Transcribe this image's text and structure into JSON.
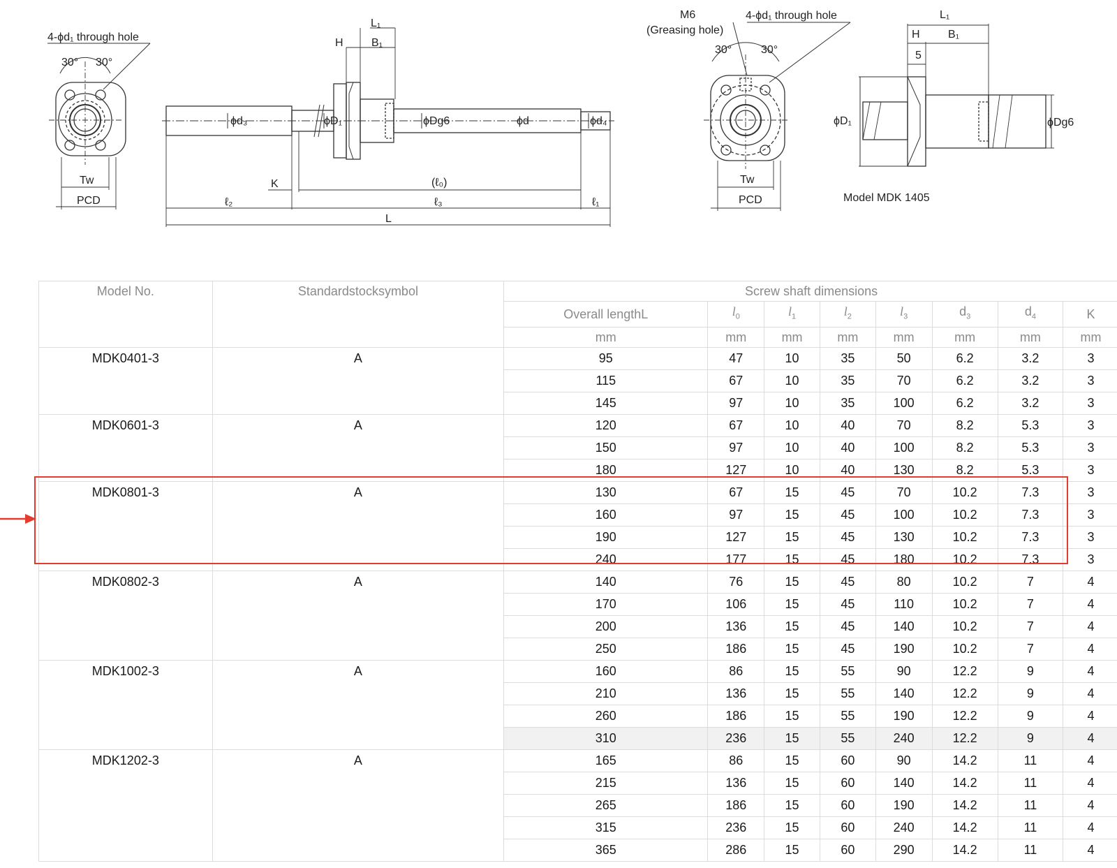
{
  "drawing": {
    "left_end_view": {
      "hole_label": "4-ϕd₁ through hole",
      "angle_left": "30°",
      "angle_right": "30°",
      "tw": "Tw",
      "pcd": "PCD"
    },
    "shaft_view": {
      "l1": "L₁",
      "h": "H",
      "b1": "B₁",
      "phi_d3": "ϕd₃",
      "phi_D1": "ϕD₁",
      "phi_Dg6": "ϕDg6",
      "phi_d": "ϕd",
      "phi_d4": "ϕd₄",
      "k": "K",
      "l0": "(ℓ₀)",
      "l2": "ℓ₂",
      "l3": "ℓ₃",
      "l1_small": "ℓ₁",
      "L": "L"
    },
    "right_end_view": {
      "m6": "M6",
      "greasing": "(Greasing hole)",
      "hole_label": "4-ϕd₁ through hole",
      "angle_left": "30°",
      "angle_right": "30°",
      "tw": "Tw",
      "pcd": "PCD"
    },
    "side_view": {
      "l1": "L₁",
      "h": "H",
      "b1": "B₁",
      "five": "5",
      "phi_D1": "ϕD₁",
      "phi_Dg6": "ϕDg6",
      "caption": "Model MDK 1405"
    }
  },
  "table": {
    "headers": {
      "model": "Model No.",
      "stock": "Standardstocksymbol",
      "group": "Screw shaft dimensions",
      "overall": "Overall lengthL",
      "l0": "l",
      "l0_sub": "0",
      "l1": "l",
      "l1_sub": "1",
      "l2": "l",
      "l2_sub": "2",
      "l3": "l",
      "l3_sub": "3",
      "d3": "d",
      "d3_sub": "3",
      "d4": "d",
      "d4_sub": "4",
      "k": "K",
      "unit": "mm"
    },
    "groups": [
      {
        "model": "MDK0401-3",
        "stock": "A",
        "rows": [
          [
            "95",
            "47",
            "10",
            "35",
            "50",
            "6.2",
            "3.2",
            "3"
          ],
          [
            "115",
            "67",
            "10",
            "35",
            "70",
            "6.2",
            "3.2",
            "3"
          ],
          [
            "145",
            "97",
            "10",
            "35",
            "100",
            "6.2",
            "3.2",
            "3"
          ]
        ]
      },
      {
        "model": "MDK0601-3",
        "stock": "A",
        "rows": [
          [
            "120",
            "67",
            "10",
            "40",
            "70",
            "8.2",
            "5.3",
            "3"
          ],
          [
            "150",
            "97",
            "10",
            "40",
            "100",
            "8.2",
            "5.3",
            "3"
          ],
          [
            "180",
            "127",
            "10",
            "40",
            "130",
            "8.2",
            "5.3",
            "3"
          ]
        ]
      },
      {
        "model": "MDK0801-3",
        "stock": "A",
        "rows": [
          [
            "130",
            "67",
            "15",
            "45",
            "70",
            "10.2",
            "7.3",
            "3"
          ],
          [
            "160",
            "97",
            "15",
            "45",
            "100",
            "10.2",
            "7.3",
            "3"
          ],
          [
            "190",
            "127",
            "15",
            "45",
            "130",
            "10.2",
            "7.3",
            "3"
          ],
          [
            "240",
            "177",
            "15",
            "45",
            "180",
            "10.2",
            "7.3",
            "3"
          ]
        ]
      },
      {
        "model": "MDK0802-3",
        "stock": "A",
        "rows": [
          [
            "140",
            "76",
            "15",
            "45",
            "80",
            "10.2",
            "7",
            "4"
          ],
          [
            "170",
            "106",
            "15",
            "45",
            "110",
            "10.2",
            "7",
            "4"
          ],
          [
            "200",
            "136",
            "15",
            "45",
            "140",
            "10.2",
            "7",
            "4"
          ],
          [
            "250",
            "186",
            "15",
            "45",
            "190",
            "10.2",
            "7",
            "4"
          ]
        ]
      },
      {
        "model": "MDK1002-3",
        "stock": "A",
        "rows": [
          [
            "160",
            "86",
            "15",
            "55",
            "90",
            "12.2",
            "9",
            "4"
          ],
          [
            "210",
            "136",
            "15",
            "55",
            "140",
            "12.2",
            "9",
            "4"
          ],
          [
            "260",
            "186",
            "15",
            "55",
            "190",
            "12.2",
            "9",
            "4"
          ],
          [
            "310",
            "236",
            "15",
            "55",
            "240",
            "12.2",
            "9",
            "4"
          ]
        ]
      },
      {
        "model": "MDK1202-3",
        "stock": "A",
        "rows": [
          [
            "165",
            "86",
            "15",
            "60",
            "90",
            "14.2",
            "11",
            "4"
          ],
          [
            "215",
            "136",
            "15",
            "60",
            "140",
            "14.2",
            "11",
            "4"
          ],
          [
            "265",
            "186",
            "15",
            "60",
            "190",
            "14.2",
            "11",
            "4"
          ],
          [
            "315",
            "236",
            "15",
            "60",
            "240",
            "14.2",
            "11",
            "4"
          ],
          [
            "365",
            "286",
            "15",
            "60",
            "290",
            "14.2",
            "11",
            "4"
          ]
        ]
      }
    ]
  },
  "annotation": {
    "box_color": "#e43b2d",
    "highlight_model": "MDK0801-3",
    "shaded_row_bg": "#f1f1f1"
  }
}
